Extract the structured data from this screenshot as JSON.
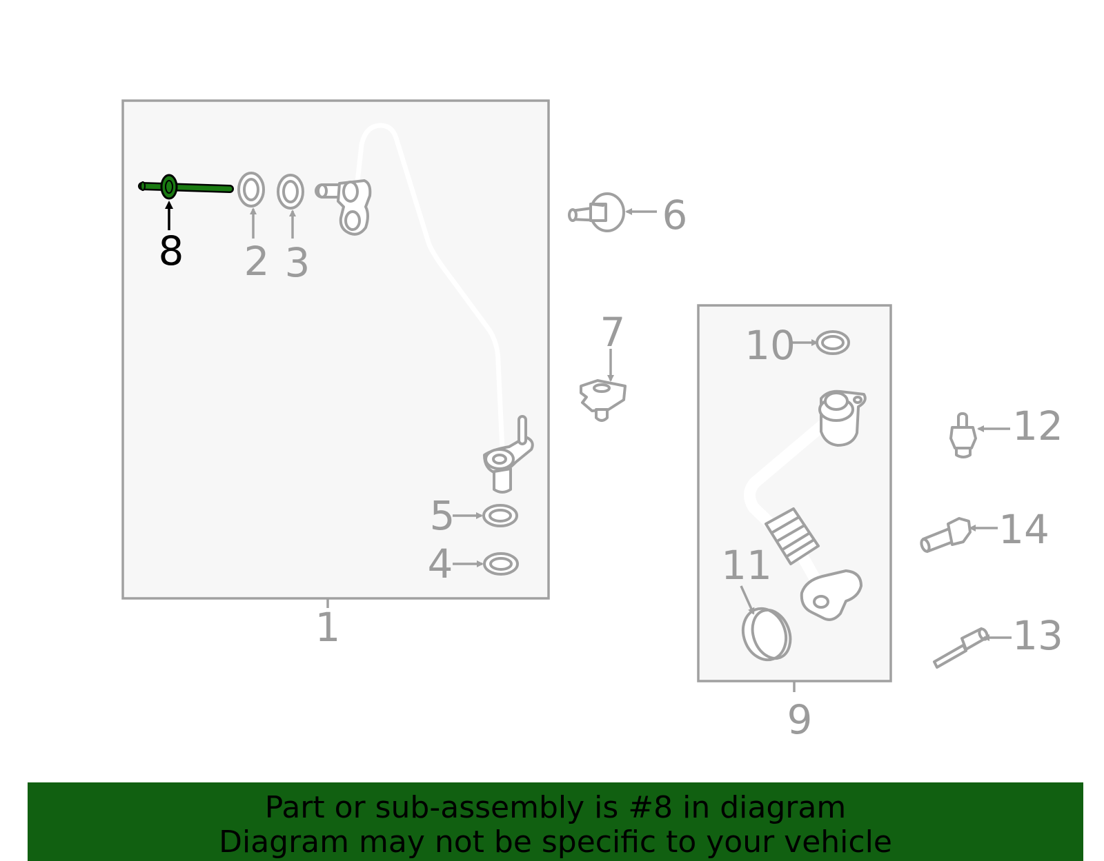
{
  "highlight_color": "#1a7a12",
  "banner": {
    "color": "#116011",
    "line1": "Part or sub-assembly is #8 in diagram",
    "line2": "Diagram may not be specific to your vehicle"
  },
  "callouts": {
    "c1": "1",
    "c2": "2",
    "c3": "3",
    "c4": "4",
    "c5": "5",
    "c6": "6",
    "c7": "7",
    "c8": "8",
    "c9": "9",
    "c10": "10",
    "c11": "11",
    "c12": "12",
    "c13": "13",
    "c14": "14"
  },
  "selected_part": "8"
}
